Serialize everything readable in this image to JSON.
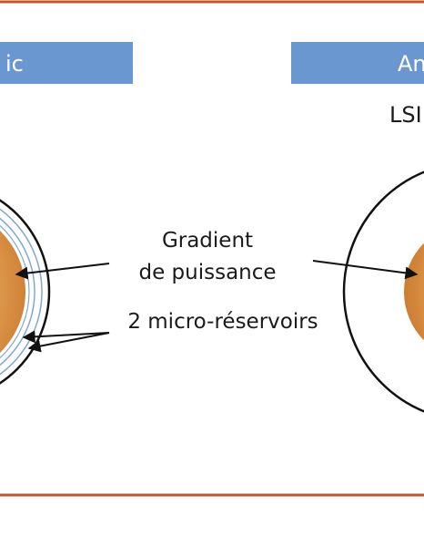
{
  "headers": {
    "left_text": "ic",
    "right_text": "An"
  },
  "right_sublabel": "LSI",
  "annotations": {
    "gradient_line1": "Gradient",
    "gradient_line2": "de puissance",
    "reservoirs": "2 micro-réservoirs"
  },
  "colors": {
    "frame": "#c0562a",
    "header_fill": "#6a97cf",
    "ring_blue": "#7fa6d6",
    "outline": "#111111",
    "core_light": "#fbe7c8",
    "core_mid": "#e6a24f",
    "core_dark": "#c9762a"
  }
}
